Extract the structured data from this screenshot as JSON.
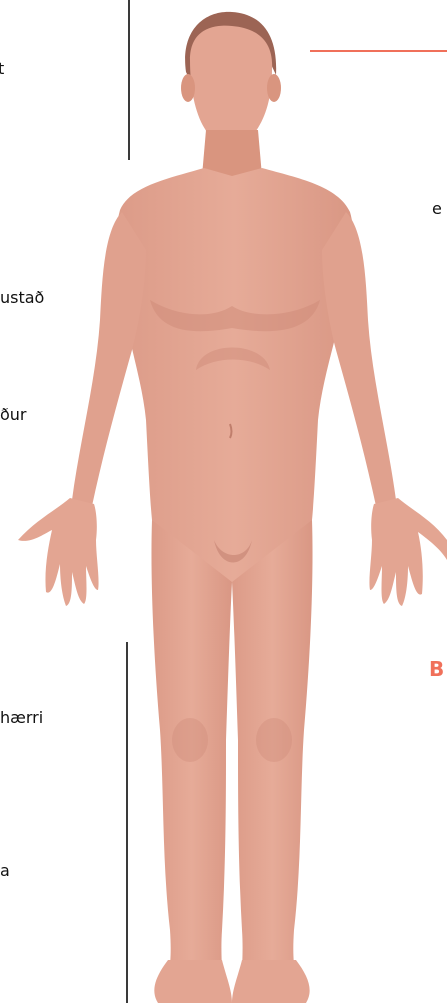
{
  "labels": {
    "left_top": "t",
    "left_upper_chest": "ustað",
    "left_mid_abdomen": "ður",
    "left_knee": "hærri",
    "left_shin": "a",
    "right_shoulder": "e",
    "right_hand_bold": "B"
  },
  "colors": {
    "skin": "#e3a592",
    "skin_shadow": "#cf8c7a",
    "hair": "#9c6454",
    "accent": "#f0705a",
    "rule": "#3a3a3a"
  }
}
